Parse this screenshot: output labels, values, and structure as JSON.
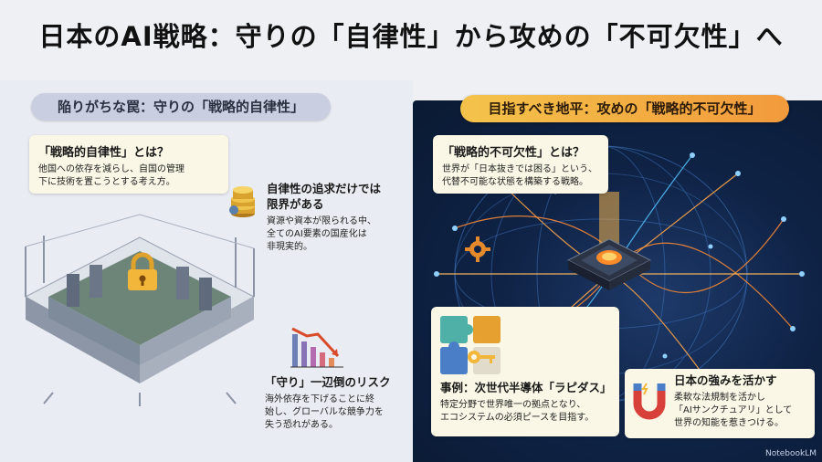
{
  "title": {
    "main": "日本のAI戦略：守りの「自律性」から攻めの「不可欠性」へ"
  },
  "left": {
    "pill": "陥りがちな罠：守りの「戦略的自律性」",
    "card_autonomy": {
      "heading": "「戦略的自律性」とは？",
      "body_1": "他国への依存を減らし、自国の管理",
      "body_2": "下に技術を置こうとする考え方。"
    },
    "limits": {
      "heading_1": "自律性の追求だけでは",
      "heading_2": "限界がある",
      "body_1": "資源や資本が限られる中、",
      "body_2": "全てのAI要素の国産化は",
      "body_3": "非現実的。"
    },
    "risk": {
      "heading": "「守り」一辺倒のリスク",
      "body_1": "海外依存を下げることに終",
      "body_2": "始し、グローバルな競争力を",
      "body_3": "失う恐れがある。"
    }
  },
  "right": {
    "pill": "目指すべき地平：攻めの「戦略的不可欠性」",
    "card_indispensable": {
      "heading": "「戦略的不可欠性」とは？",
      "body_1": "世界が「日本抜きでは困る」という、",
      "body_2": "代替不可能な状態を構築する戦略。"
    },
    "card_rapidus": {
      "heading": "事例：次世代半導体「ラピダス」",
      "body_1": "特定分野で世界唯一の拠点となり、",
      "body_2": "エコシステムの必須ピースを目指す。"
    },
    "card_strength": {
      "heading": "日本の強みを活かす",
      "body_1": "柔軟な法規制を活かし",
      "body_2": "「AIサンクチュアリ」として",
      "body_3": "世界の知能を惹きつける。"
    },
    "brand": "NotebookLM"
  },
  "colors": {
    "accent_orange": "#d04a14",
    "left_bg": "#e9ecf2",
    "right_bg": "#0f2346",
    "card_bg": "#fbf7e6",
    "pill_gold": "#f4c34a"
  },
  "icons": [
    "coins-icon",
    "lock-icon",
    "chart-down-icon",
    "puzzle-icon",
    "key-icon",
    "magnet-icon",
    "chip-icon",
    "gear-icon"
  ]
}
